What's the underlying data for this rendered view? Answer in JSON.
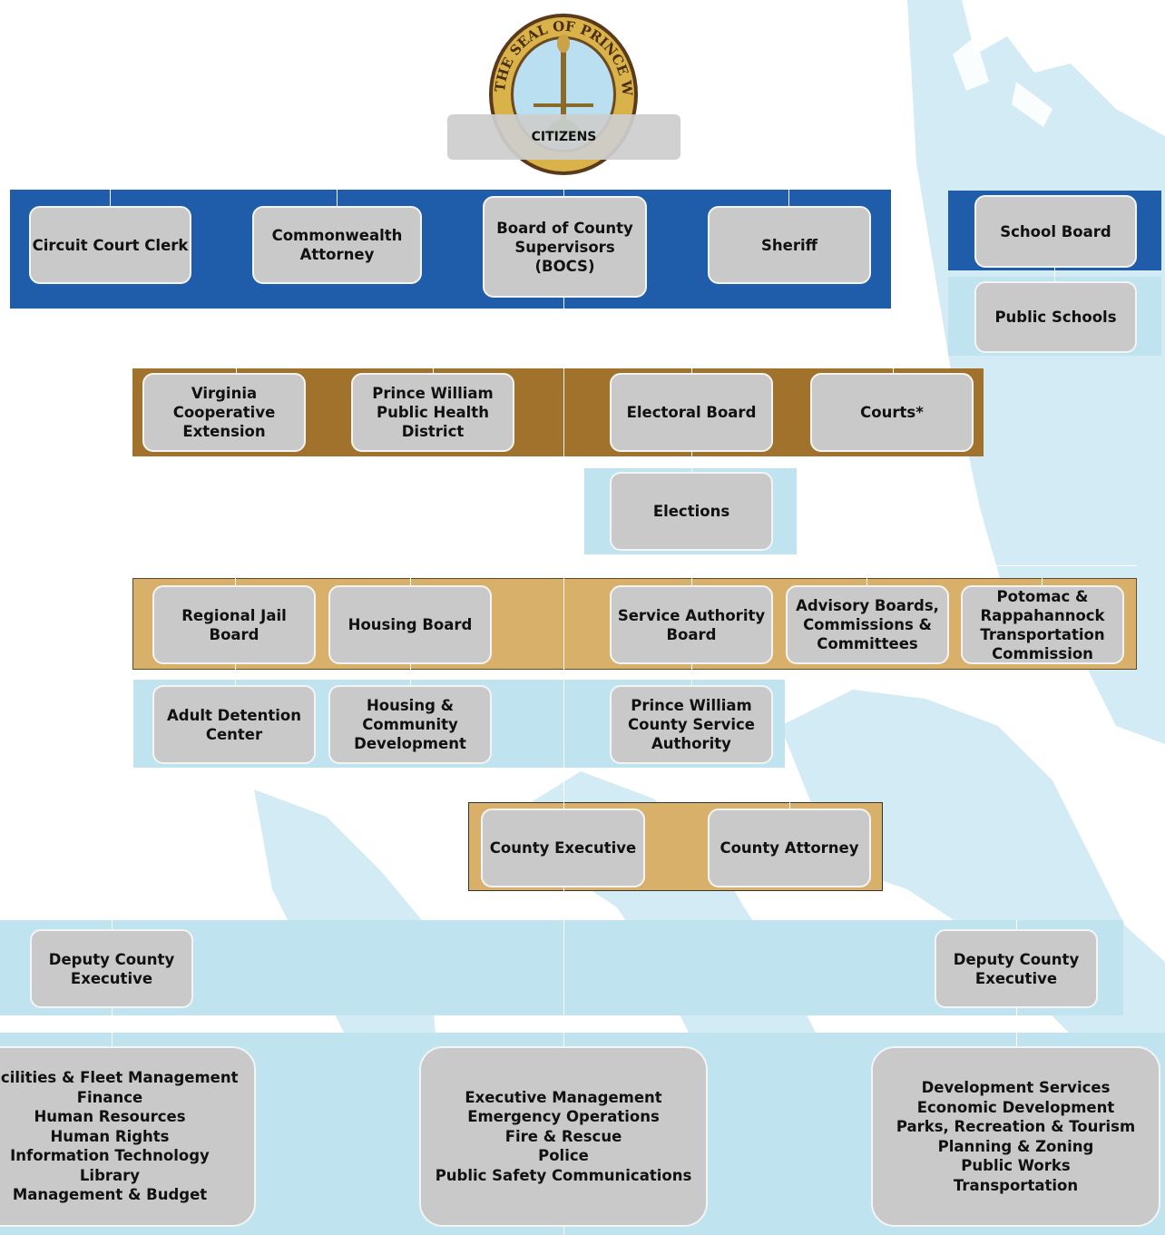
{
  "citizens": "CITIZENS",
  "seal_text": "THE SEAL OF PRINCE WILLIAM COUNTY VA",
  "colors": {
    "dark_blue": "#1f5dab",
    "light_blue": "#bfe4f0",
    "brown": "#a0722c",
    "tan": "#d8b06a",
    "box": "#c9c9c9",
    "watermark": "#cfe9f3"
  },
  "elected": {
    "circuit_court_clerk": "Circuit Court Clerk",
    "commonwealth_attorney": "Commonwealth\nAttorney",
    "bocs": "Board of County\nSupervisors\n(BOCS)",
    "sheriff": "Sheriff"
  },
  "schools": {
    "school_board": "School Board",
    "public_schools": "Public Schools"
  },
  "state_partners": {
    "vce": "Virginia\nCooperative\nExtension",
    "health": "Prince William\nPublic Health\nDistrict",
    "electoral_board": "Electoral Board",
    "courts": "Courts*",
    "elections": "Elections"
  },
  "boards": {
    "regional_jail": "Regional Jail Board",
    "housing_board": "Housing Board",
    "service_authority_board": "Service Authority\nBoard",
    "advisory": "Advisory Boards,\nCommissions &\nCommittees",
    "prtc": "Potomac &\nRappahannock\nTransportation\nCommission"
  },
  "agencies": {
    "adult_detention": "Adult Detention\nCenter",
    "housing_dev": "Housing &\nCommunity\nDevelopment",
    "pwcsa": "Prince William\nCounty Service\nAuthority"
  },
  "executive": {
    "county_executive": "County Executive",
    "county_attorney": "County Attorney"
  },
  "deputies": {
    "left": "Deputy County\nExecutive",
    "right": "Deputy County\nExecutive"
  },
  "departments": {
    "left": "Facilities & Fleet Management\nFinance\nHuman Resources\nHuman Rights\nInformation Technology\nLibrary\nManagement & Budget",
    "center": "Executive Management\nEmergency Operations\nFire & Rescue\nPolice\nPublic Safety Communications",
    "right": "Development Services\nEconomic Development\nParks, Recreation & Tourism\nPlanning & Zoning\nPublic Works\nTransportation"
  }
}
